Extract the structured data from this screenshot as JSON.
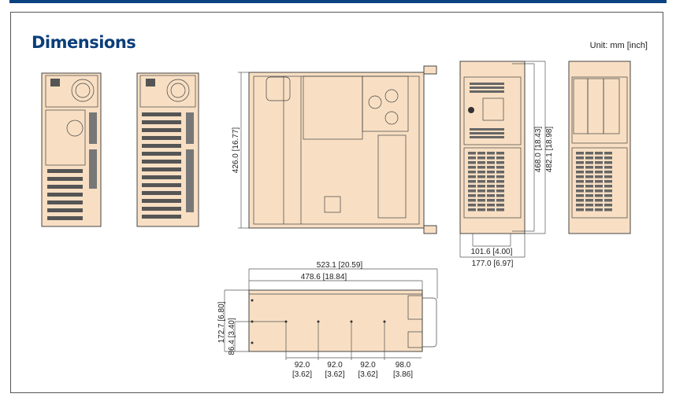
{
  "header": {
    "title": "Dimensions",
    "unit": "Unit: mm [inch]"
  },
  "top_view": {
    "depth": "426.0 [16.77]"
  },
  "front_view": {
    "height_inner": "468.0 [18.43]",
    "height_outer": "482.1 [18.98]",
    "width_inner": "101.6 [4.00]",
    "width_outer": "177.0 [6.97]"
  },
  "side_view": {
    "length_total": "523.1 [20.59]",
    "length_body": "478.6 [18.84]",
    "height_total": "172.7 [6.80]",
    "height_half": "86.4 [3.40]",
    "spacings": [
      {
        "mm": "92.0",
        "inch": "[3.62]"
      },
      {
        "mm": "92.0",
        "inch": "[3.62]"
      },
      {
        "mm": "92.0",
        "inch": "[3.62]"
      },
      {
        "mm": "98.0",
        "inch": "[3.86]"
      }
    ]
  },
  "colors": {
    "accent": "#0b3e7a",
    "chassis": "#f8dfc3"
  }
}
